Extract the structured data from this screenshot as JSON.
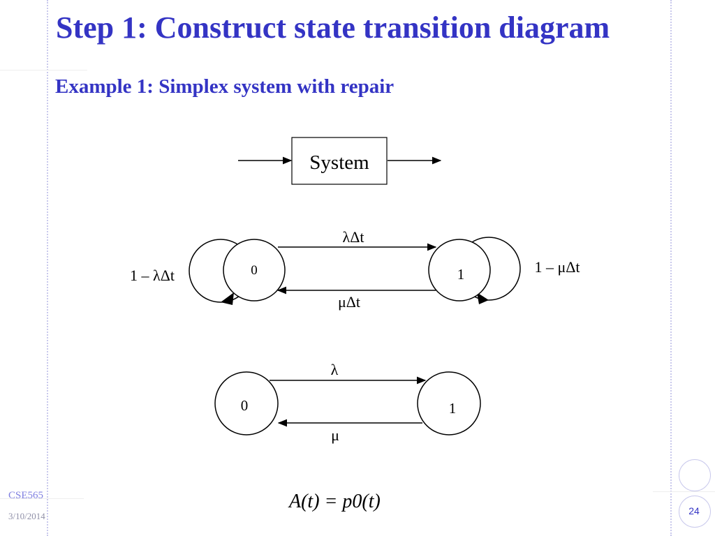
{
  "slide": {
    "title": "Step 1: Construct state transition diagram",
    "subtitle": "Example 1: Simplex system with repair",
    "formula": "A(t) = p0(t)"
  },
  "block_diagram": {
    "box_label": "System"
  },
  "discrete_diagram": {
    "state_0": "0",
    "state_1": "1",
    "forward_label": "λΔt",
    "backward_label": "μΔt",
    "self_loop_0_label": "1 – λΔt",
    "self_loop_1_label": "1 – μΔt"
  },
  "continuous_diagram": {
    "state_0": "0",
    "state_1": "1",
    "forward_label": "λ",
    "backward_label": "μ"
  },
  "footer": {
    "course": "CSE565",
    "date": "3/10/2014",
    "page": "24"
  },
  "colors": {
    "title": "#3434c4",
    "decoration": "#c9c9ec"
  }
}
